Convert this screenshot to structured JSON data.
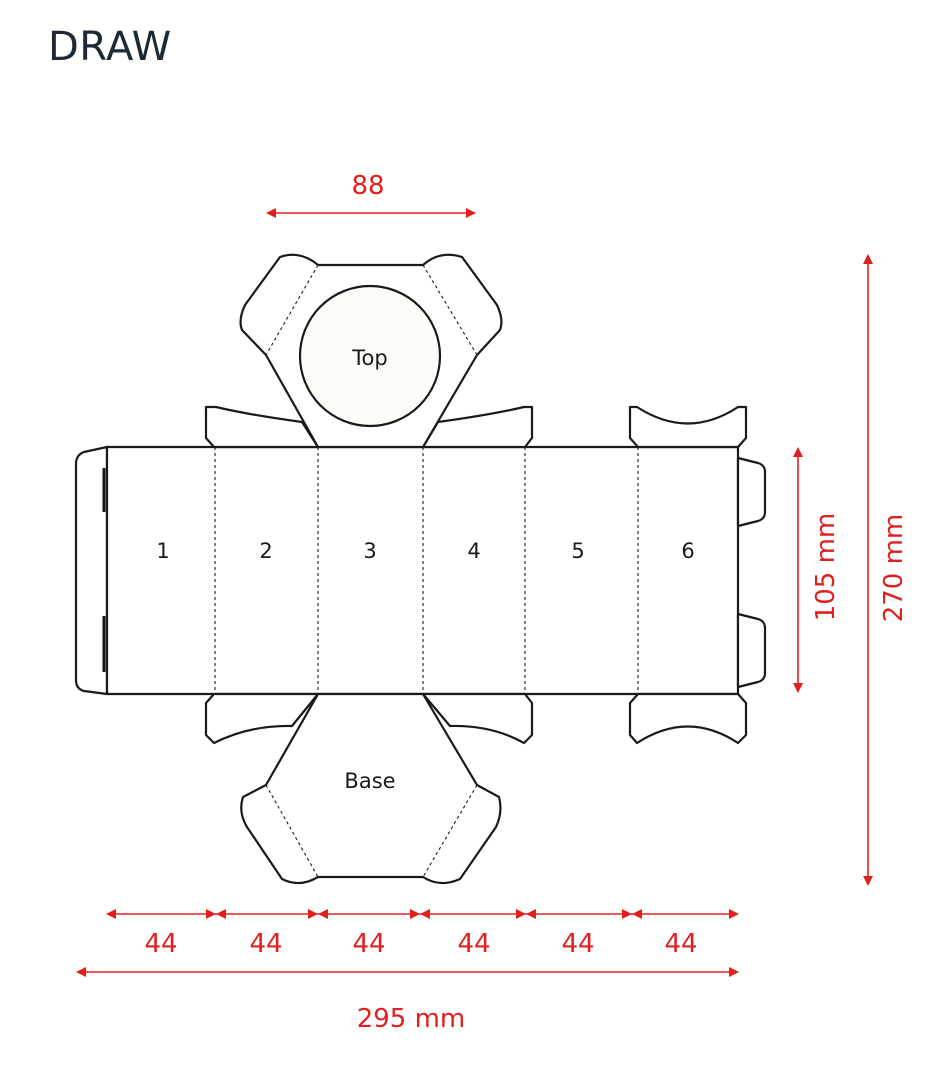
{
  "title": "DRAW",
  "panels": [
    {
      "id": "1",
      "label": "1"
    },
    {
      "id": "2",
      "label": "2"
    },
    {
      "id": "3",
      "label": "3"
    },
    {
      "id": "4",
      "label": "4"
    },
    {
      "id": "5",
      "label": "5"
    },
    {
      "id": "6",
      "label": "6"
    }
  ],
  "top_label": "Top",
  "base_label": "Base",
  "dimensions": {
    "top_width": "88",
    "panel_height": "105 mm",
    "total_height": "270 mm",
    "panel_widths": [
      "44",
      "44",
      "44",
      "44",
      "44",
      "44"
    ],
    "total_width": "295 mm"
  },
  "colors": {
    "dimension": "#e0201f",
    "outline": "#1a1a1a",
    "window_fill": "#fbfbf8"
  }
}
